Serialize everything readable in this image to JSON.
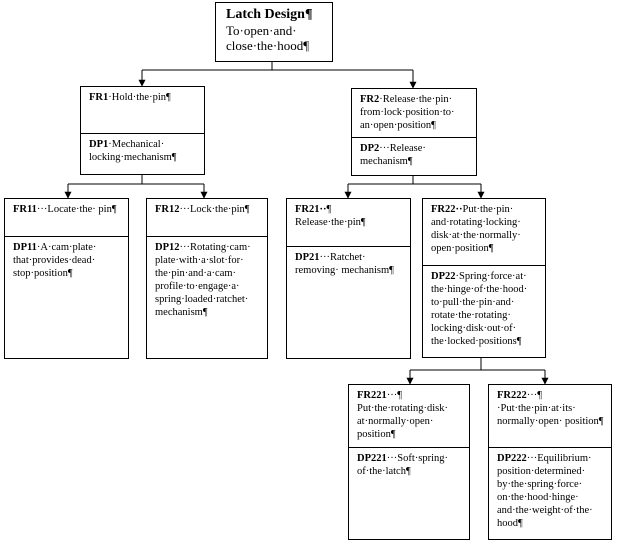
{
  "root": {
    "title": "Latch Design¶",
    "subtitle": "To·open·and· close·the·hood¶"
  },
  "nodes": {
    "fr1": {
      "code": "FR1",
      "text": "·Hold·the·pin¶"
    },
    "dp1": {
      "code": "DP1",
      "text": "·Mechanical· locking·mechanism¶"
    },
    "fr2": {
      "code": "FR2",
      "text": "·Release·the·pin· from·lock·position·to· an·open·position¶"
    },
    "dp2": {
      "code": "DP2",
      "text": "···Release· mechanism¶"
    },
    "fr11": {
      "code": "FR11",
      "text": "···Locate·the· pin¶"
    },
    "dp11": {
      "code": "DP11",
      "text": "·A·cam·plate· that·provides·dead· stop·position¶"
    },
    "fr12": {
      "code": "FR12",
      "text": "···Lock·the·pin¶"
    },
    "dp12": {
      "code": "DP12",
      "text": "···Rotating·cam· plate·with·a·slot·for· the·pin·and·a·cam· profile·to·engage·a· spring·loaded·ratchet· mechanism¶"
    },
    "fr21": {
      "code": "FR21··",
      "text": "¶ Release·the·pin¶"
    },
    "dp21": {
      "code": "DP21",
      "text": "···Ratchet· removing· mechanism¶"
    },
    "fr22": {
      "code": "FR22··",
      "text": "Put·the·pin· and·rotating·locking· disk·at·the·normally· open·position¶"
    },
    "dp22": {
      "code": "DP22",
      "text": "·Spring·force·at· the·hinge·of·the·hood· to·pull·the·pin·and· rotate·the·rotating· locking·disk·out·of· the·locked·positions¶"
    },
    "fr221": {
      "code": "FR221",
      "text": "···¶ Put·the·rotating·disk· at·normally·open· position¶"
    },
    "dp221": {
      "code": "DP221",
      "text": "···Soft·spring· of·the·latch¶"
    },
    "fr222": {
      "code": "FR222",
      "text": "···¶ ·Put·the·pin·at·its· normally·open· position¶"
    },
    "dp222": {
      "code": "DP222",
      "text": "···Equilibrium· position·determined· by·the·spring·force· on·the·hood·hinge· and·the·weight·of·the· hood¶"
    }
  }
}
